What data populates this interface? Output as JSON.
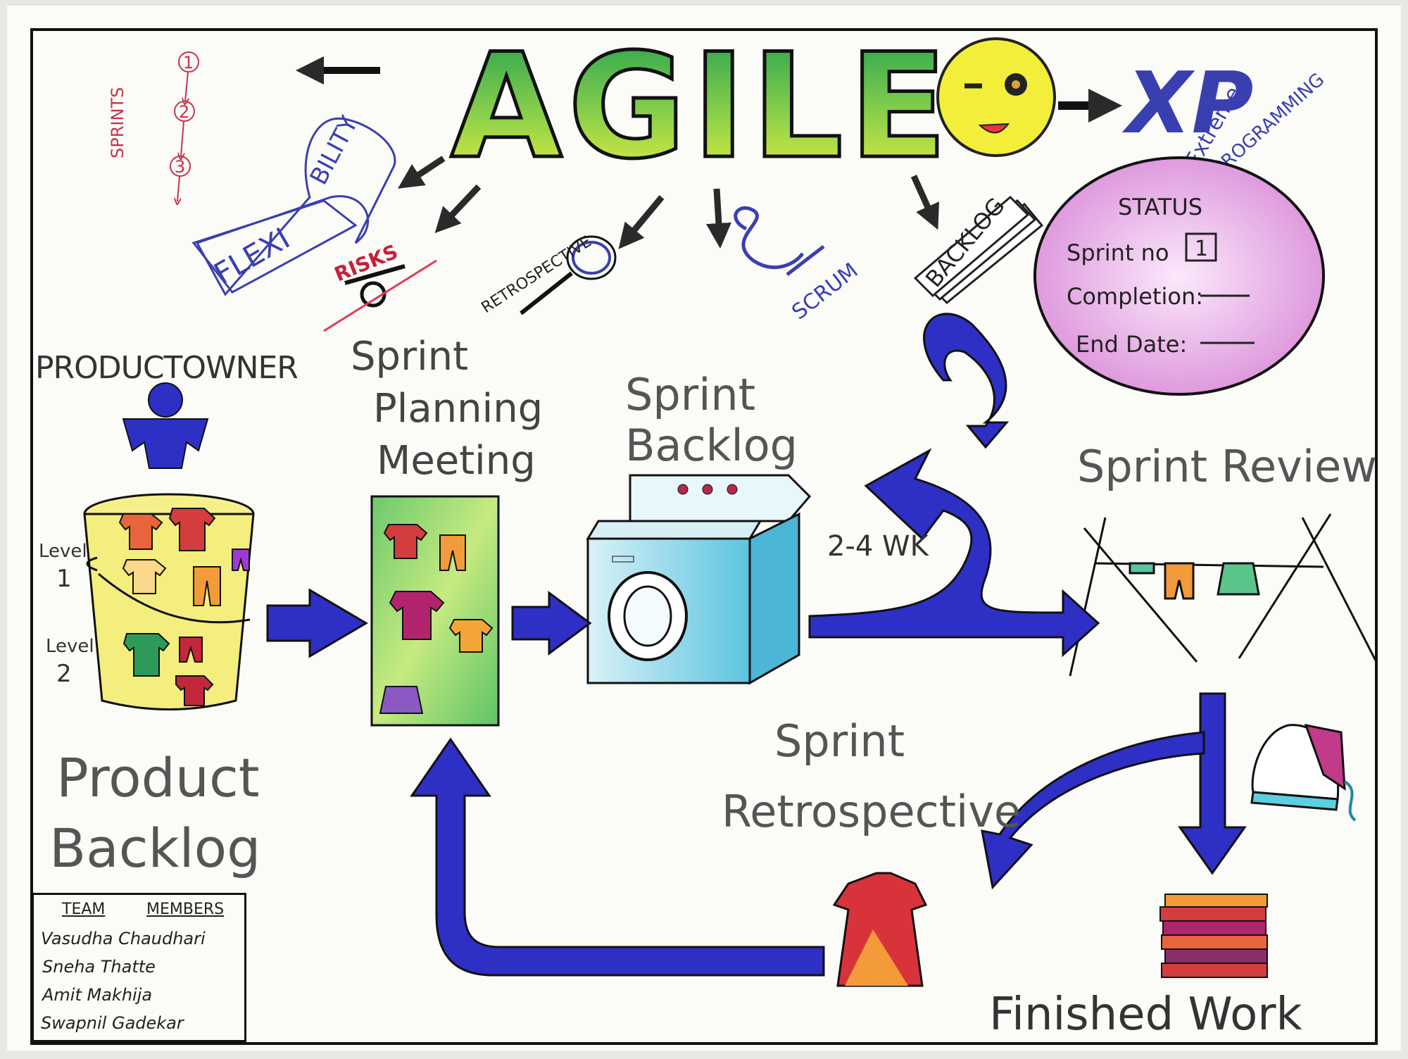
{
  "title": "AGILE",
  "xp": {
    "abbr": "XP",
    "line1": "Extreme",
    "line2": "PROGRAMMING"
  },
  "sprints": {
    "label": "SPRINTS",
    "steps": [
      "1",
      "2",
      "3"
    ]
  },
  "concepts": {
    "flexibility_left": "FLEXI",
    "flexibility_right": "BILITY",
    "risks": "RISKS",
    "retrospective": "RETROSPECTIVE",
    "scrum": "SCRUM",
    "backlog": "BACKLOG"
  },
  "status": {
    "title": "STATUS",
    "sprint_label": "Sprint no",
    "sprint_value": "1",
    "completion_label": "Completion:",
    "end_date_label": "End Date:"
  },
  "stages": {
    "product_owner": "PRODUCTOWNER",
    "sprint_planning": [
      "Sprint",
      "Planning",
      "Meeting"
    ],
    "sprint_backlog": [
      "Sprint",
      "Backlog"
    ],
    "duration": "2-4 WK",
    "sprint_review": "Sprint Review",
    "sprint_retrospective": [
      "Sprint",
      "Retrospective"
    ],
    "product_backlog": [
      "Product",
      "Backlog"
    ],
    "finished_work": "Finished Work",
    "level1": [
      "Level",
      "1"
    ],
    "level2": [
      "Level",
      "2"
    ]
  },
  "team": {
    "heading_a": "TEAM",
    "heading_b": "MEMBERS",
    "members": [
      "Vasudha Chaudhari",
      "Sneha Thatte",
      "Amit Makhija",
      "Swapnil Gadekar"
    ]
  },
  "colors": {
    "arrow": "#2e2fc4",
    "title_green": "#2bb05a",
    "title_yellow": "#e6ef3a",
    "status_fill": "#e5a7e4",
    "smiley": "#f3ee3a",
    "washer": "#9fd9ec",
    "planning_board": "#7ed07a",
    "basket": "#f3ee7d"
  }
}
